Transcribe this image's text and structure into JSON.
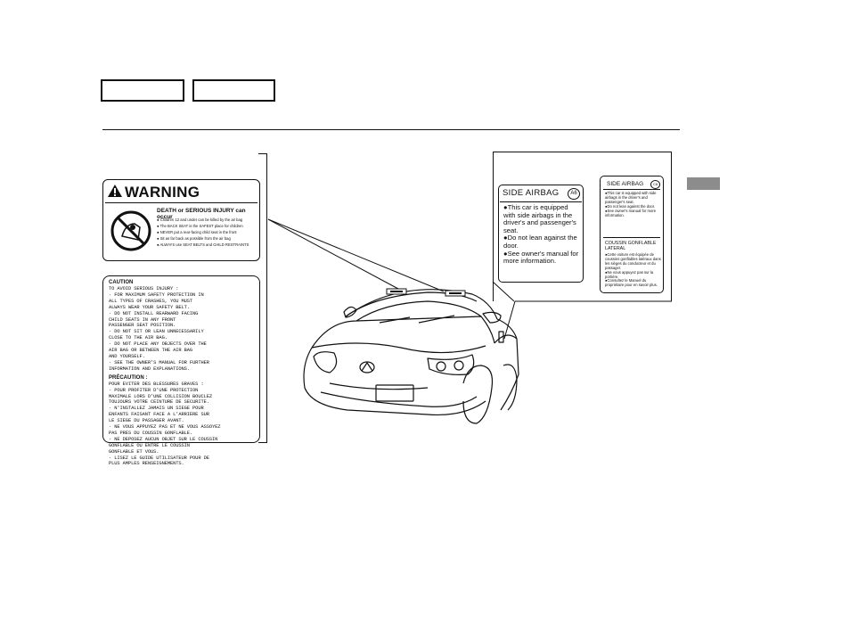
{
  "nav": {
    "box1": "",
    "box2": ""
  },
  "warning_label": {
    "heading": "WARNING",
    "main": "DEATH or SERIOUS INJURY can occur",
    "bullets": [
      "Children 12 and under can be killed by the air bag",
      "The BACK SEAT is the SAFEST place for children",
      "NEVER put a rear-facing child seat in the front",
      "Sit as far back as possible from the air bag",
      "ALWAYS use SEAT BELTS and CHILD RESTRAINTS"
    ]
  },
  "caution_label": {
    "title_en": "CAUTION",
    "lines_en": [
      "TO AVOID SERIOUS INJURY :",
      "· FOR MAXIMUM SAFETY PROTECTION IN",
      "  ALL TYPES OF CRASHES, YOU MUST",
      "  ALWAYS WEAR YOUR SAFETY BELT.",
      "· DO NOT INSTALL REARWARD FACING",
      "  CHILD SEATS IN ANY FRONT",
      "  PASSENGER SEAT POSITION.",
      "· DO NOT SIT OR LEAN UNNECESSARILY",
      "  CLOSE TO THE AIR BAG.",
      "· DO NOT PLACE ANY OBJECTS OVER THE",
      "  AIR BAG OR BETWEEN THE AIR BAG",
      "  AND YOURSELF.",
      "· SEE THE OWNER'S MANUAL FOR FURTHER",
      "  INFORMATION AND EXPLANATIONS."
    ],
    "title_fr": "PRÉCAUTION :",
    "lines_fr": [
      "POUR EVITER DES BLESSURES GRAVES :",
      "· POUR PROFITER D'UNE PROTECTION",
      "  MAXIMALE LORS D'UNE COLLISION BOUCLEZ",
      "  TOUJOURS VOTRE CEINTURE DE SECURITE.",
      "· N'INSTALLEZ JAMAIS UN SIEGE POUR",
      "  ENFANTS FAISANT FACE A L'ARRIERE SUR",
      "  LE SIEGE DU PASSAGER AVANT.",
      "· NE VOUS APPUYEZ PAS ET NE VOUS ASSOYEZ",
      "  PAS PRES DU COUSSIN GONFLABLE.",
      "· NE DEPOSEZ AUCUN OBJET SUR LE COUSSIN",
      "  GONFLABLE OU ENTRE LE COUSSIN",
      "  GONFLABLE ET VOUS.",
      "· LISEZ LE GUIDE UTILISATEUR POUR DE",
      "  PLUS AMPLES RENSEIGNEMENTS."
    ]
  },
  "side_airbag_label": {
    "heading": "SIDE AIRBAG",
    "code": "A6",
    "bullets": [
      "This car is equipped with side airbags in the driver's and passenger's seat.",
      "Do not lean against the door.",
      "See owner's manual for more information."
    ]
  },
  "side_airbag_label_small": {
    "heading": "SIDE AIRBAG",
    "code": "C8",
    "bullets": [
      "This car is equipped with side airbags in the driver's and passenger's seat.",
      "Do not lean against the door.",
      "See owner's manual for more information."
    ],
    "heading_fr": "COUSSIN GONFLABLE LATERAL",
    "bullets_fr": [
      "Cette voiture est équipée de coussins gonflables latéraux dans les sièges du conducteur et du passager.",
      "Ne vous appuyez pas sur la portière.",
      "Consultez le Manuel du propriétaire pour en savoir plus."
    ]
  },
  "colors": {
    "ink": "#111111",
    "tab": "#8c8c8c"
  }
}
